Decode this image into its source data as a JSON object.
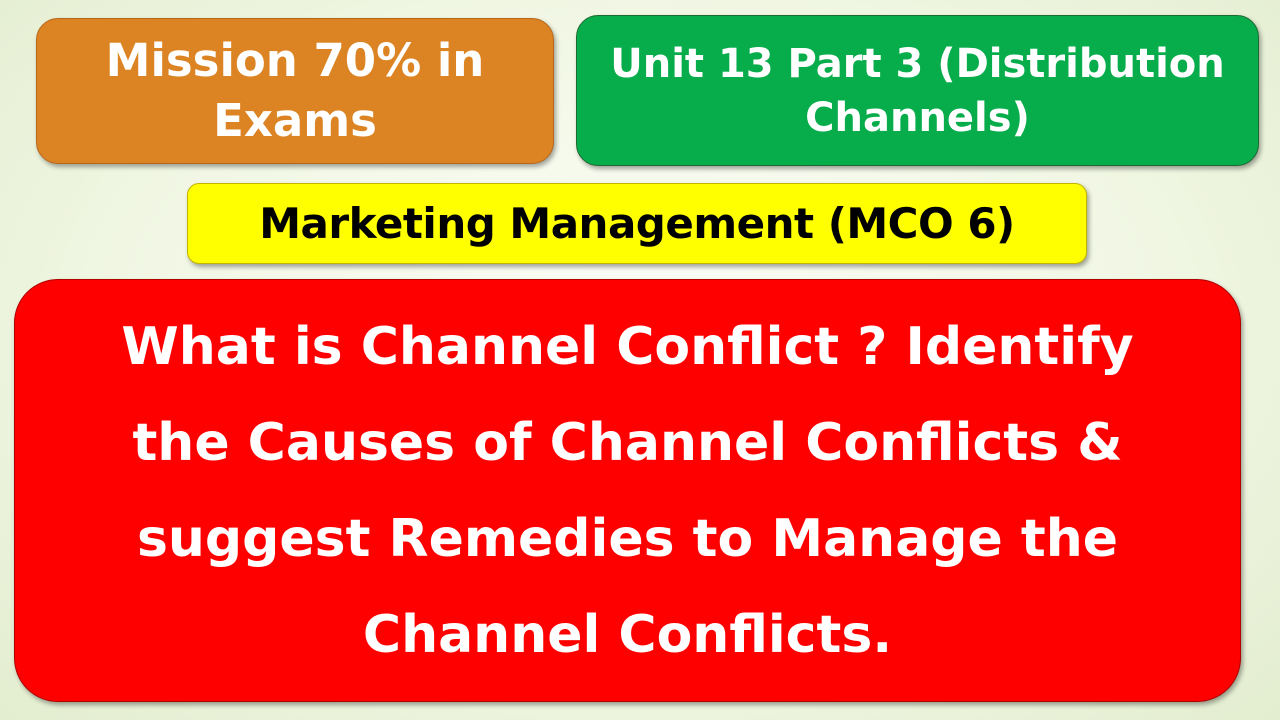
{
  "colors": {
    "orange_box": "#dc8423",
    "green_box": "#07ac4b",
    "yellow_box": "#ffff00",
    "red_box": "#fe0000",
    "box_text_light": "#ffffff",
    "box_text_dark": "#000000"
  },
  "mission": {
    "line1": "Mission 70% in",
    "line2": "Exams"
  },
  "unit": {
    "line1": "Unit 13 Part 3 (Distribution",
    "line2": "Channels)"
  },
  "subject": {
    "text": "Marketing Management (MCO 6)"
  },
  "question": {
    "line1": "What is Channel Conflict ? Identify",
    "line2": "the Causes of Channel Conflicts &",
    "line3": "suggest Remedies to Manage the",
    "line4": "Channel Conflicts."
  }
}
